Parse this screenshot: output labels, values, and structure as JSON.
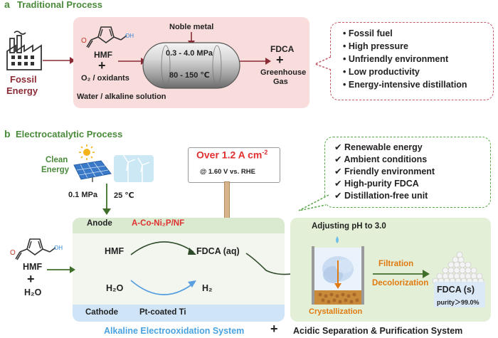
{
  "section_a": {
    "letter": "a",
    "title": "Traditional Process",
    "fossil_label_1": "Fossil",
    "fossil_label_2": "Energy",
    "hmf": "HMF",
    "plus": "+",
    "oxidants": "O₂ / oxidants",
    "solution": "Water / alkaline solution",
    "noble_metal": "Noble metal",
    "pressure": "0.3 - 4.0 MPa",
    "temperature": "80 - 150 ℃",
    "fdca": "FDCA",
    "plus2": "+",
    "greenhouse_1": "Greenhouse",
    "greenhouse_2": "Gas",
    "oh": "OH",
    "o": "O",
    "drawbacks": [
      "Fossil fuel",
      "High pressure",
      "Unfriendly environment",
      "Low productivity",
      "Energy-intensive distillation"
    ]
  },
  "section_b": {
    "letter": "b",
    "title": "Electrocatalytic Process",
    "clean_1": "Clean",
    "clean_2": "Energy",
    "pressure": "0.1 MPa",
    "temperature": "25 ℃",
    "sign_main": "Over 1.2 A cm",
    "sign_sup": "-2",
    "sign_sub": "@ 1.60 V vs. RHE",
    "advantages": [
      "Renewable energy",
      "Ambient conditions",
      "Friendly environment",
      "High-purity FDCA",
      "Distillation-free unit"
    ],
    "check": "✔",
    "anode": "Anode",
    "catalyst": "A-Co-Ni₂P/NF",
    "hmf": "HMF",
    "fdca_aq": "FDCA (aq)",
    "h2o": "H₂O",
    "h2": "H₂",
    "cathode": "Cathode",
    "cathode_material": "Pt-coated Ti",
    "reactant_hmf": "HMF",
    "reactant_plus": "+",
    "reactant_h2o": "H₂O",
    "oh": "OH",
    "o": "O",
    "adjust_ph": "Adjusting pH to 3.0",
    "crystallization": "Crystallization",
    "filtration": "Filtration",
    "decolorization": "Decolorization",
    "product": "FDCA (s)",
    "purity": "purity＞99.0%",
    "system_left": "Alkaline Electrooxidation System",
    "system_plus": "+",
    "system_right": "Acidic Separation & Purification System"
  },
  "colors": {
    "title": "#4a8a3a",
    "accent_red": "#c0392b",
    "fossil": "#8b2b35",
    "arrow_red": "#8b2b35",
    "arrow_green": "#3f6f2a",
    "orange": "#e07a10",
    "blue": "#2f86d6",
    "system_blue": "#4aa3e0"
  }
}
